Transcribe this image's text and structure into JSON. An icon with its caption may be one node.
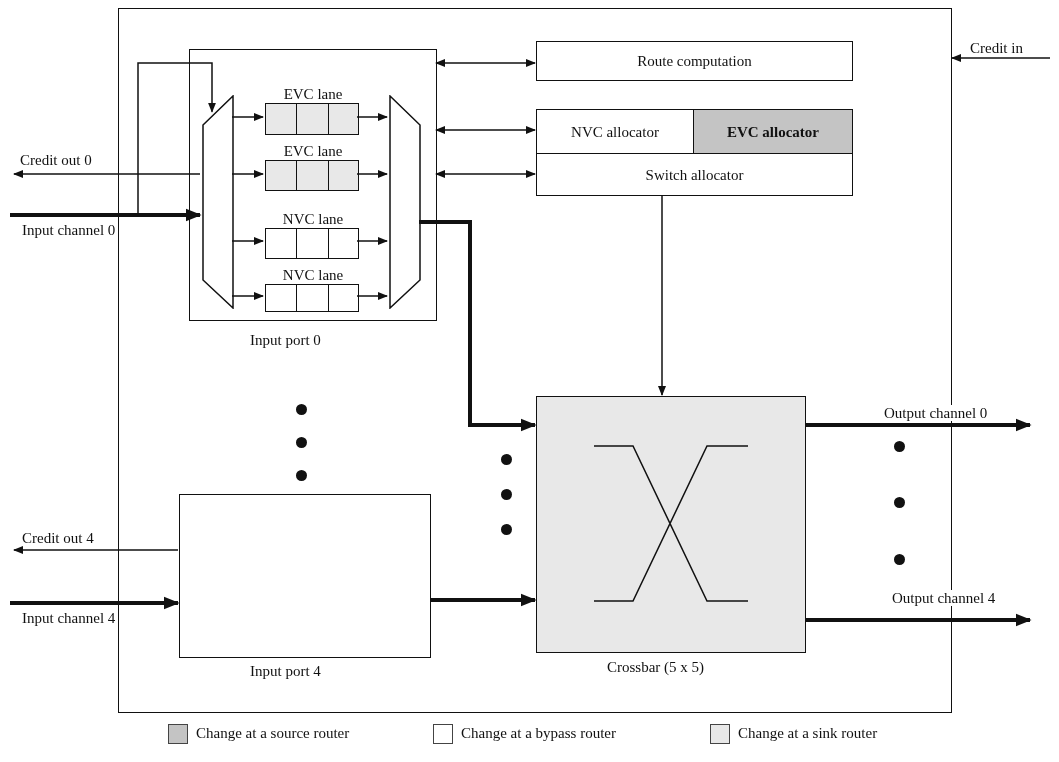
{
  "diagram": {
    "nodes": [
      {
        "text": [],
        "shape": "box"
      },
      {
        "text": [
          "Input port 0"
        ],
        "in": 0
      },
      {
        "text": [],
        "shape": "trapezoid",
        "in": 1
      },
      {
        "text": [
          "EVC lane"
        ],
        "in": 1
      },
      {
        "text": [
          "EVC lane"
        ],
        "in": 1
      },
      {
        "text": [
          "NVC lane"
        ],
        "in": 1
      },
      {
        "text": [
          "NVC lane"
        ],
        "in": 1
      },
      {
        "text": [],
        "shape": "trapezoid",
        "in": 1
      },
      {
        "text": [
          "Route computation"
        ],
        "in": 0
      },
      {
        "text": [
          "NVC allocator"
        ],
        "in": 0
      },
      {
        "text": [
          "EVC allocator"
        ],
        "in": 0
      },
      {
        "text": [
          "Switch allocator"
        ],
        "in": 0
      },
      {
        "text": [
          "Crossbar (5 x 5)"
        ],
        "in": 0
      },
      {
        "text": [
          "Input port 4"
        ],
        "in": 0
      }
    ],
    "edges": [
      {
        "from": null,
        "to": 2,
        "arrow": "to",
        "label": "Input channel 0",
        "style": "thick"
      },
      {
        "from": null,
        "to": 2,
        "arrow": "to"
      },
      {
        "from": 2,
        "to": null,
        "arrow": "to",
        "label": "Credit out 0"
      },
      {
        "from": 2,
        "to": 3,
        "arrow": "to"
      },
      {
        "from": 2,
        "to": 4,
        "arrow": "to"
      },
      {
        "from": 2,
        "to": 5,
        "arrow": "to"
      },
      {
        "from": 2,
        "to": 6,
        "arrow": "to"
      },
      {
        "from": 3,
        "to": 7,
        "arrow": "to"
      },
      {
        "from": 4,
        "to": 7,
        "arrow": "to"
      },
      {
        "from": 5,
        "to": 7,
        "arrow": "to"
      },
      {
        "from": 6,
        "to": 7,
        "arrow": "to"
      },
      {
        "from": 1,
        "to": 8,
        "arrow": "both"
      },
      {
        "from": 1,
        "to": 9,
        "arrow": "both"
      },
      {
        "from": 1,
        "to": 11,
        "arrow": "both"
      },
      {
        "from": null,
        "to": 0,
        "arrow": "to",
        "label": "Credit in"
      },
      {
        "from": 7,
        "to": 12,
        "arrow": "to",
        "style": "thick"
      },
      {
        "from": 11,
        "to": 12,
        "arrow": "to"
      },
      {
        "from": 13,
        "to": null,
        "arrow": "to",
        "label": "Credit out 4"
      },
      {
        "from": null,
        "to": 13,
        "arrow": "to",
        "label": "Input channel 4",
        "style": "thick"
      },
      {
        "from": 13,
        "to": 12,
        "arrow": "to",
        "style": "thick"
      },
      {
        "from": 12,
        "to": null,
        "arrow": "to",
        "label": "Output channel 0",
        "style": "thick"
      },
      {
        "from": 12,
        "to": null,
        "arrow": "to",
        "label": "Output channel 4",
        "style": "thick"
      }
    ],
    "legend": [
      {
        "text": "Change at a source router",
        "color": "#c4c4c4"
      },
      {
        "text": "Change at a bypass router",
        "color": "#ffffff"
      },
      {
        "text": "Change at a sink router",
        "color": "#e8e8e8"
      }
    ]
  }
}
